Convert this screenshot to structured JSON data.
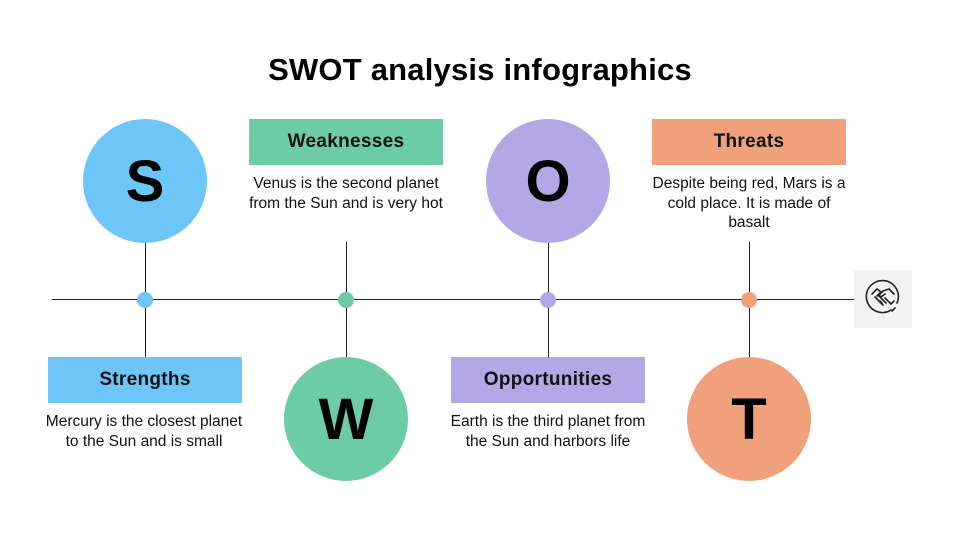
{
  "title": "SWOT analysis infographics",
  "colors": {
    "strengths": "#6ec6f8",
    "weaknesses": "#6ccca6",
    "opportunities": "#b4a7e6",
    "threats": "#f0a07a",
    "line": "#222222",
    "icon_bg": "#f2f2f2"
  },
  "items": [
    {
      "letter": "S",
      "label": "Strengths",
      "description": "Mercury is the closest planet to the Sun and is small"
    },
    {
      "letter": "W",
      "label": "Weaknesses",
      "description": "Venus is the second planet from the Sun and is very hot"
    },
    {
      "letter": "O",
      "label": "Opportunities",
      "description": "Earth is the third planet from the Sun and harbors life"
    },
    {
      "letter": "T",
      "label": "Threats",
      "description": "Despite being red, Mars is a cold place. It is made of basalt"
    }
  ],
  "end_icon": "handshake-icon"
}
